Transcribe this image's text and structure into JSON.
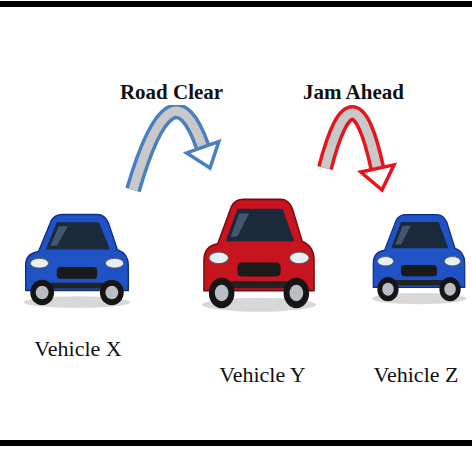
{
  "diagram": {
    "nodes": [
      {
        "text": [
          "Vehicle X"
        ]
      },
      {
        "text": [
          "Vehicle Y"
        ]
      },
      {
        "text": [
          "Vehicle Z"
        ]
      }
    ],
    "edges": [
      {
        "from": 0,
        "to": 1,
        "label": "Road Clear",
        "arrow": "to"
      },
      {
        "from": 1,
        "to": 2,
        "label": "Jam Ahead",
        "arrow": "to"
      }
    ]
  }
}
